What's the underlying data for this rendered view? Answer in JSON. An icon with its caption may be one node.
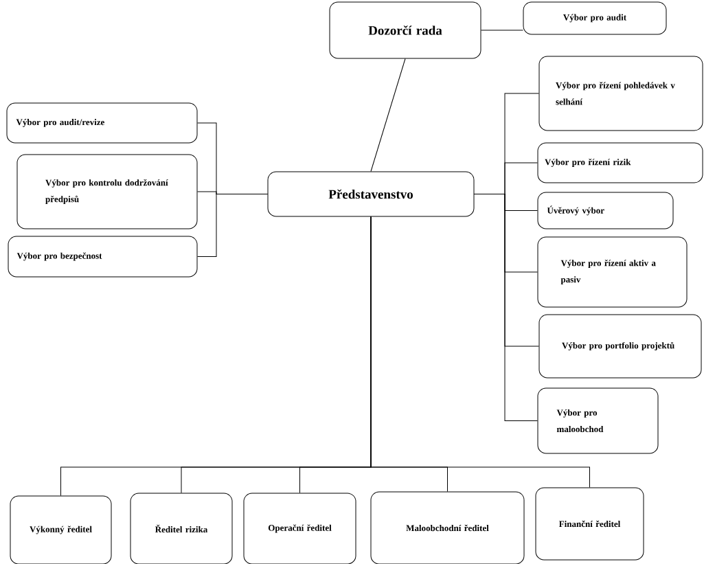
{
  "diagram": {
    "nodes": [
      {
        "text": [
          "Dozorčí rada"
        ]
      },
      {
        "text": [
          "Výbor pro audit"
        ]
      },
      {
        "text": [
          "Představenstvo"
        ]
      },
      {
        "text": [
          "Výbor pro audit/revize"
        ]
      },
      {
        "text": [
          "Výbor pro kontrolu dodržování předpisů"
        ]
      },
      {
        "text": [
          "Výbor pro bezpečnost"
        ]
      },
      {
        "text": [
          "Výbor pro řízení pohledávek v selhání"
        ]
      },
      {
        "text": [
          "Výbor pro řízení rizik"
        ]
      },
      {
        "text": [
          "Úvěrový výbor"
        ]
      },
      {
        "text": [
          "Výbor pro řízení aktiv a pasiv"
        ]
      },
      {
        "text": [
          "Výbor pro portfolio projektů"
        ]
      },
      {
        "text": [
          "Výbor pro maloobchod"
        ]
      },
      {
        "text": [
          "Výkonný ředitel"
        ]
      },
      {
        "text": [
          "Ředitel rizika"
        ]
      },
      {
        "text": [
          "Operační ředitel"
        ]
      },
      {
        "text": [
          "Maloobchodní ředitel"
        ]
      },
      {
        "text": [
          "Finanční ředitel"
        ]
      }
    ],
    "edges": [
      {
        "from": 0,
        "to": 1,
        "arrow": "none"
      },
      {
        "from": 0,
        "to": 2,
        "arrow": "none"
      },
      {
        "from": 2,
        "to": 3,
        "arrow": "none"
      },
      {
        "from": 2,
        "to": 4,
        "arrow": "none"
      },
      {
        "from": 2,
        "to": 5,
        "arrow": "none"
      },
      {
        "from": 2,
        "to": 6,
        "arrow": "none"
      },
      {
        "from": 2,
        "to": 7,
        "arrow": "none"
      },
      {
        "from": 2,
        "to": 8,
        "arrow": "none"
      },
      {
        "from": 2,
        "to": 9,
        "arrow": "none"
      },
      {
        "from": 2,
        "to": 10,
        "arrow": "none"
      },
      {
        "from": 2,
        "to": 11,
        "arrow": "none"
      },
      {
        "from": 2,
        "to": 12,
        "arrow": "none"
      },
      {
        "from": 2,
        "to": 13,
        "arrow": "none"
      },
      {
        "from": 2,
        "to": 14,
        "arrow": "none"
      },
      {
        "from": 2,
        "to": 15,
        "arrow": "none"
      },
      {
        "from": 2,
        "to": 16,
        "arrow": "none"
      }
    ]
  }
}
